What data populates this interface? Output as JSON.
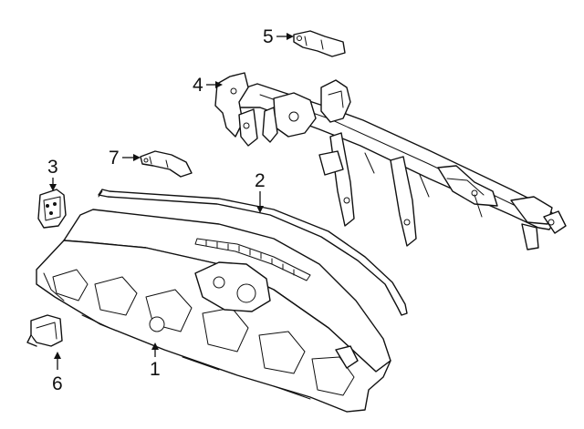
{
  "diagram": {
    "callouts": [
      {
        "id": "1",
        "label": "1"
      },
      {
        "id": "2",
        "label": "2"
      },
      {
        "id": "3",
        "label": "3"
      },
      {
        "id": "4",
        "label": "4"
      },
      {
        "id": "5",
        "label": "5"
      },
      {
        "id": "6",
        "label": "6"
      },
      {
        "id": "7",
        "label": "7"
      }
    ]
  },
  "colors": {
    "line": "#111111",
    "background": "#ffffff"
  }
}
